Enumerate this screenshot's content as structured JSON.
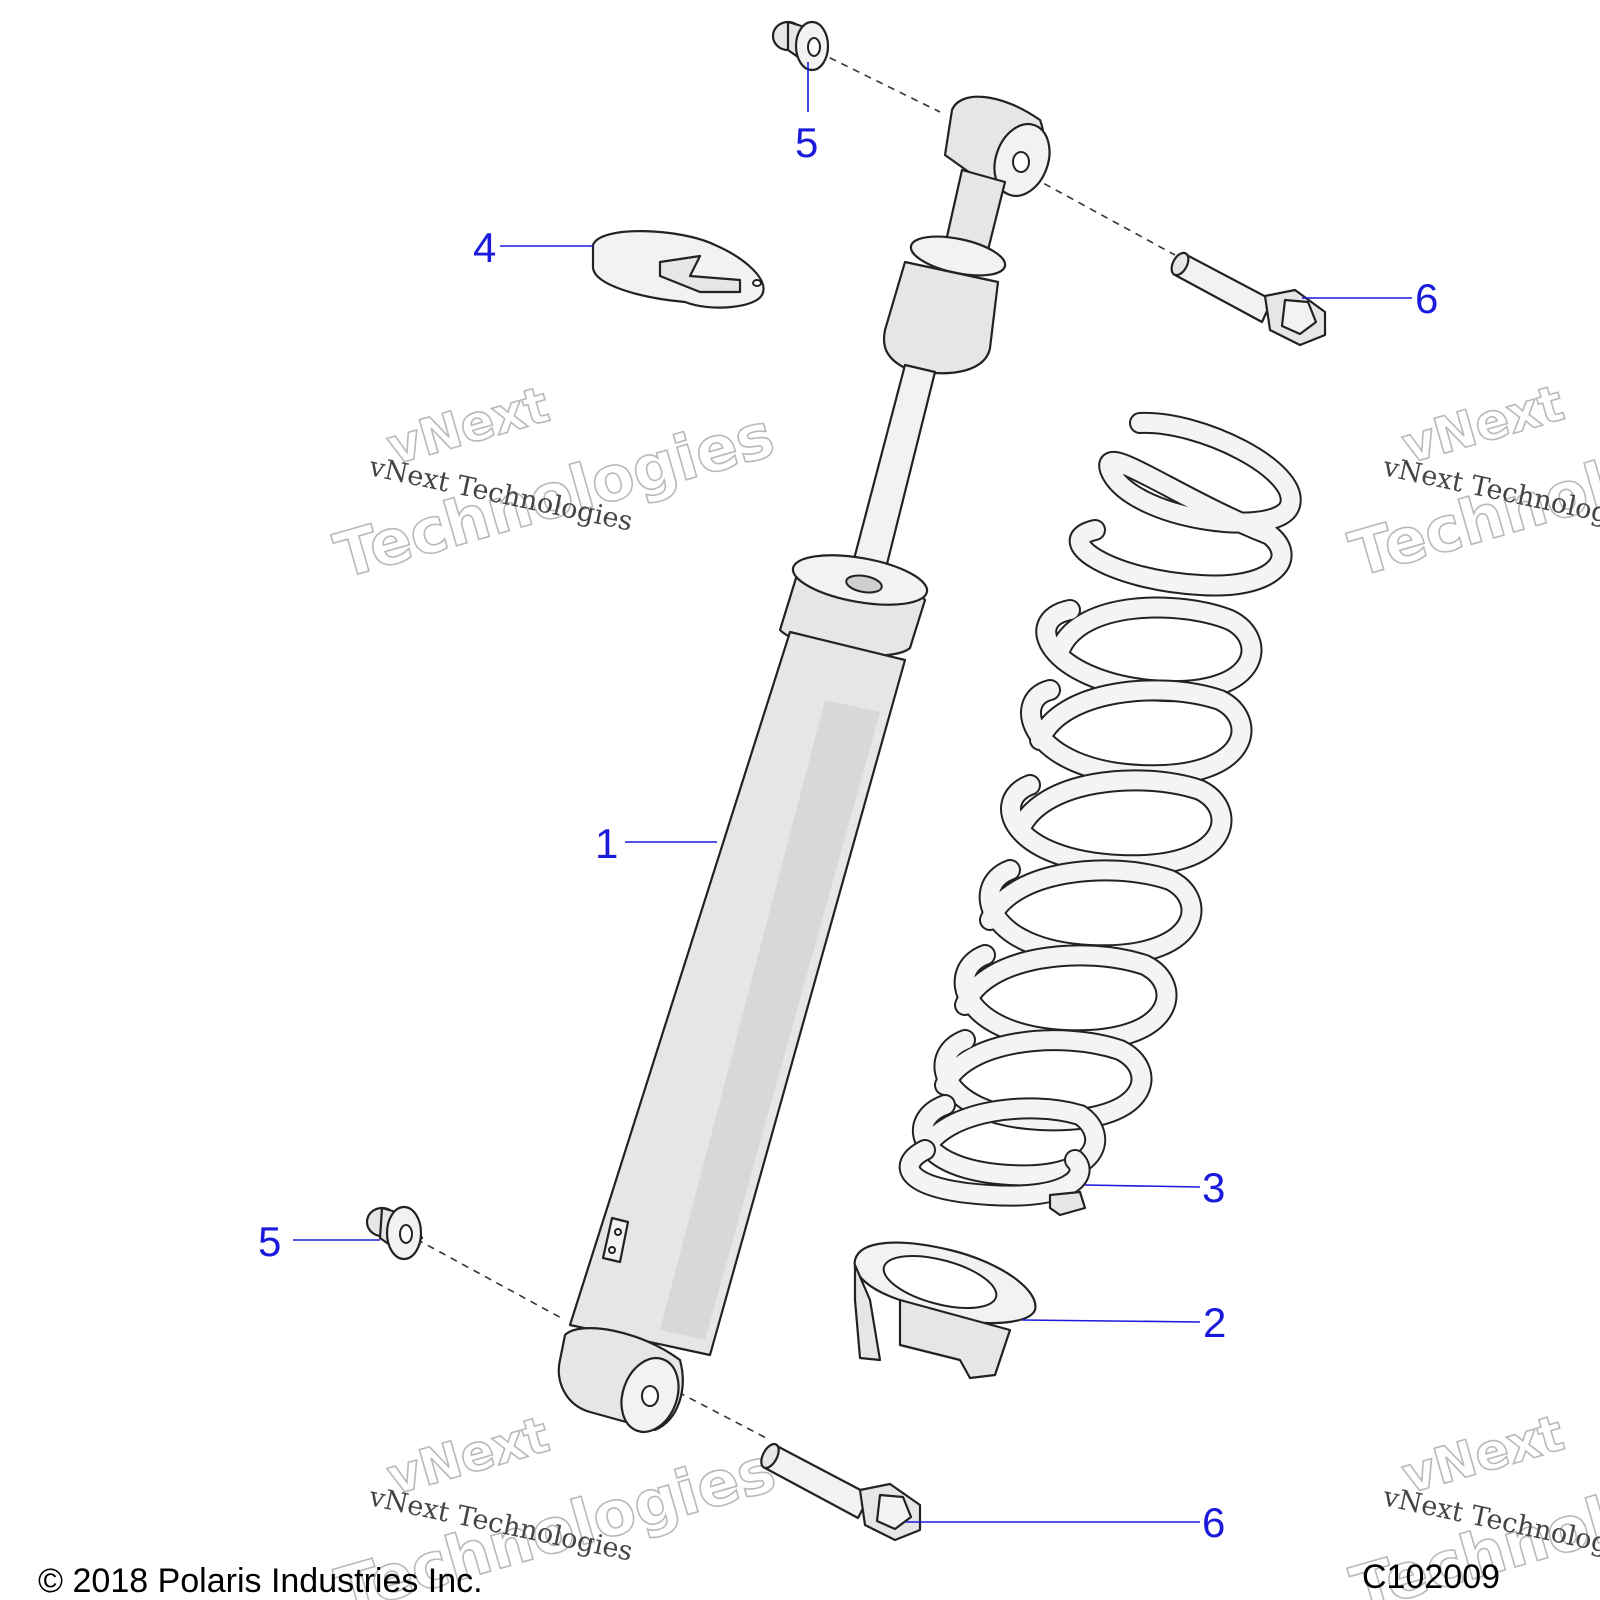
{
  "callouts": [
    {
      "label": "5"
    },
    {
      "label": "4"
    },
    {
      "label": "6"
    },
    {
      "label": "1"
    },
    {
      "label": "3"
    },
    {
      "label": "5"
    },
    {
      "label": "2"
    },
    {
      "label": "6"
    }
  ],
  "watermark": {
    "line1": "vNext",
    "line2": "Technologies",
    "small": "vNext Technologies"
  },
  "footer": {
    "copyright": "© 2018 Polaris Industries Inc.",
    "figure_code": "C102009"
  },
  "colors": {
    "callout": "#1a1adb",
    "part_fill": "#e6e6e6",
    "outline": "#222222",
    "watermark": "#b9b9b9"
  }
}
